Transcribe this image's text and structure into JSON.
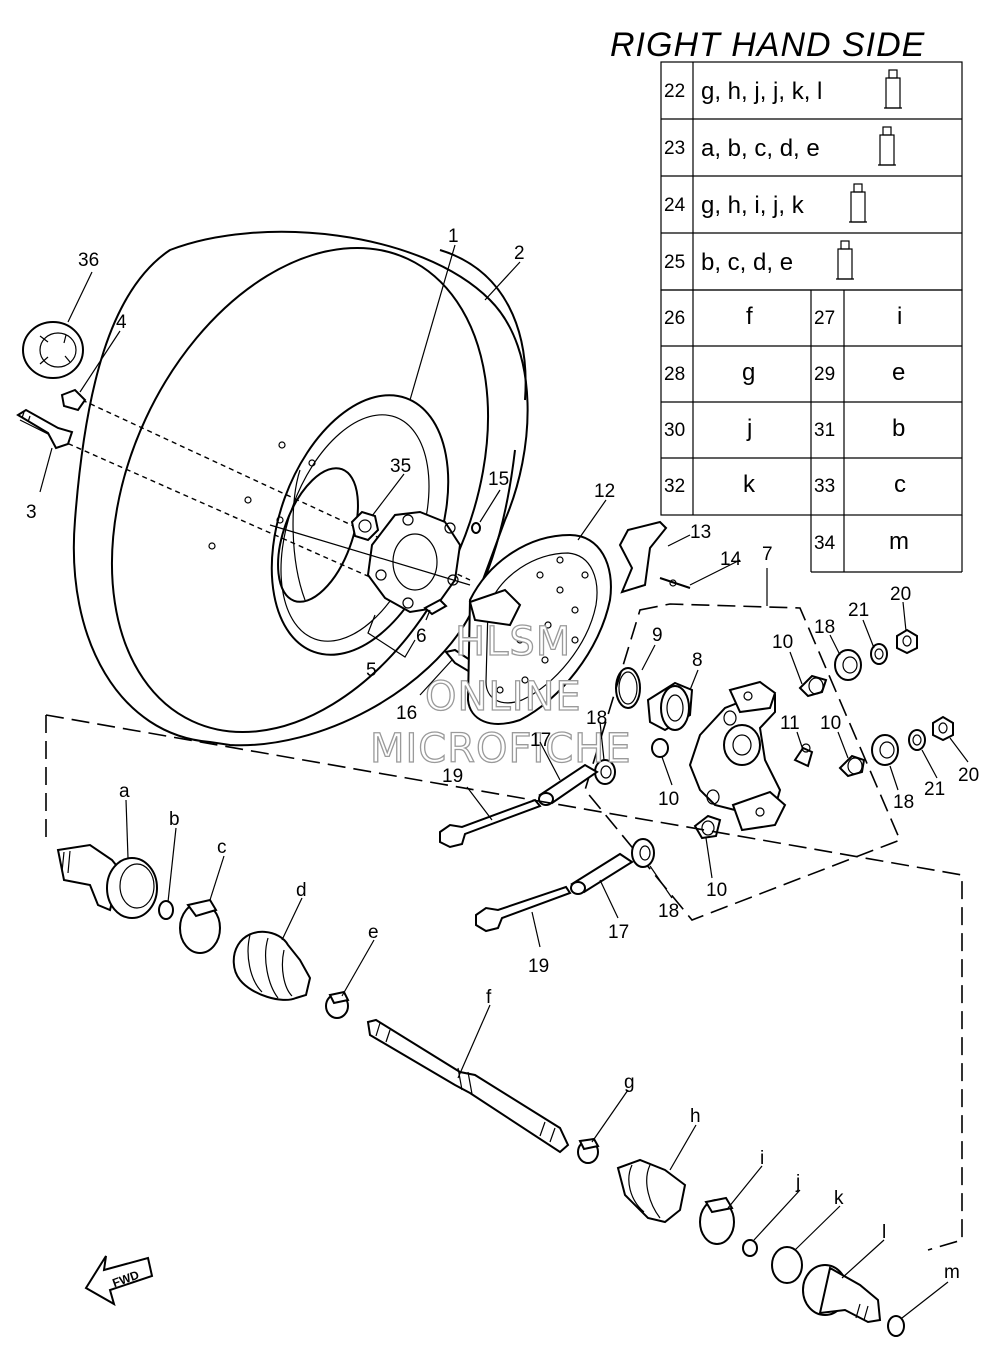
{
  "title": "RIGHT HAND SIDE",
  "watermark": [
    "HLSM",
    "ONLINE",
    "MICROFICHE"
  ],
  "fwd_label": "FWD",
  "lube_table": [
    {
      "ref": "22",
      "parts": "g, h, j, j, k, l"
    },
    {
      "ref": "23",
      "parts": "a, b, c, d, e"
    },
    {
      "ref": "24",
      "parts": "g, h, i, j, k"
    },
    {
      "ref": "25",
      "parts": "b, c, d, e"
    }
  ],
  "kit_table": [
    {
      "ref": "26",
      "part": "f",
      "ref2": "27",
      "part2": "i"
    },
    {
      "ref": "28",
      "part": "g",
      "ref2": "29",
      "part2": "e"
    },
    {
      "ref": "30",
      "part": "j",
      "ref2": "31",
      "part2": "b"
    },
    {
      "ref": "32",
      "part": "k",
      "ref2": "33",
      "part2": "c"
    },
    {
      "ref": "",
      "part": "",
      "ref2": "34",
      "part2": "m"
    }
  ],
  "callouts": {
    "c1": "1",
    "c2": "2",
    "c3": "3",
    "c4": "4",
    "c5": "5",
    "c6": "6",
    "c7": "7",
    "c8": "8",
    "c9": "9",
    "c10a": "10",
    "c10b": "10",
    "c10c": "10",
    "c10d": "10",
    "c11": "11",
    "c12": "12",
    "c13": "13",
    "c14": "14",
    "c15": "15",
    "c16": "16",
    "c17a": "17",
    "c17b": "17",
    "c18a": "18",
    "c18b": "18",
    "c18c": "18",
    "c18d": "18",
    "c19a": "19",
    "c19b": "19",
    "c20a": "20",
    "c20b": "20",
    "c21a": "21",
    "c21b": "21",
    "c35": "35",
    "c36": "36",
    "ca": "a",
    "cb": "b",
    "cc": "c",
    "cd": "d",
    "ce": "e",
    "cf": "f",
    "cg": "g",
    "ch": "h",
    "ci": "i",
    "cj": "j",
    "ck": "k",
    "cl": "l",
    "cm": "m"
  }
}
